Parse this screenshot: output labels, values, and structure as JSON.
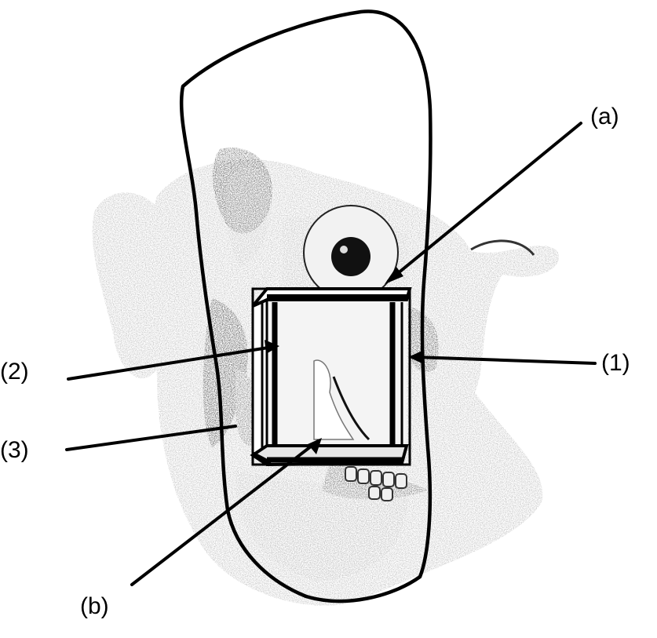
{
  "labels": {
    "a": "(a)",
    "b": "(b)",
    "one": "(1)",
    "two": "(2)",
    "three": "(3)"
  },
  "colors": {
    "ink": "#000000",
    "paper": "#ffffff",
    "stipple_shading": "#bdbdbd"
  }
}
